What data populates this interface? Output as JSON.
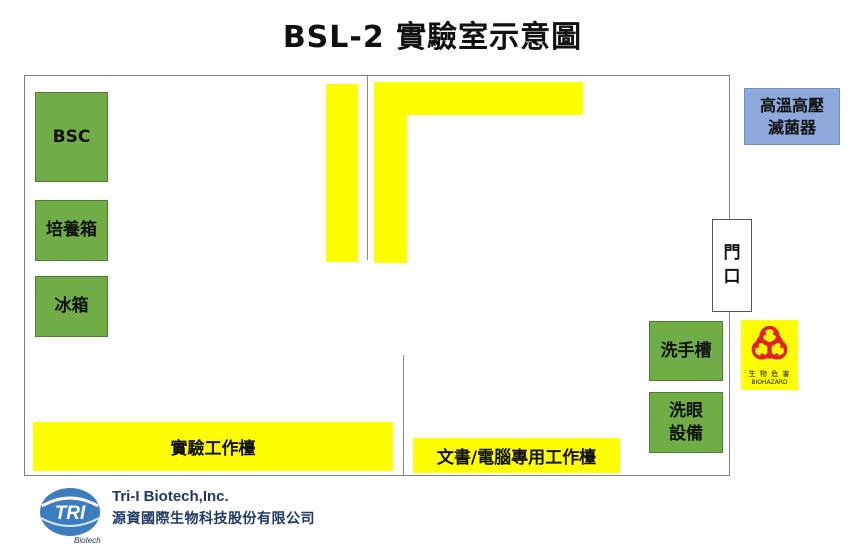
{
  "title": "BSL-2 實驗室示意圖",
  "equipment": {
    "bsc": "BSC",
    "incubator": "培養箱",
    "fridge": "冰箱",
    "sink": "洗手槽",
    "eyewash_line1": "洗眼",
    "eyewash_line2": "設備",
    "autoclave_line1": "高溫高壓",
    "autoclave_line2": "滅菌器"
  },
  "benches": {
    "lab_bench": "實驗工作檯",
    "office_bench": "文書/電腦專用工作檯"
  },
  "door": {
    "line1": "門",
    "line2": "口"
  },
  "biohazard": {
    "cn": "生 物 危 害",
    "en": "BIOHAZARD"
  },
  "company": {
    "name_en": "Tri-I Biotech,Inc.",
    "name_cn": "源資國際生物科技股份有限公司",
    "logo_text": "TRI",
    "logo_sub": "Biotech"
  },
  "colors": {
    "equipment_green": "#70ad47",
    "bench_yellow": "#ffff00",
    "autoclave_blue": "#8eaadb",
    "biohazard_red": "#e31e24",
    "brand_blue": "#1f3864"
  }
}
